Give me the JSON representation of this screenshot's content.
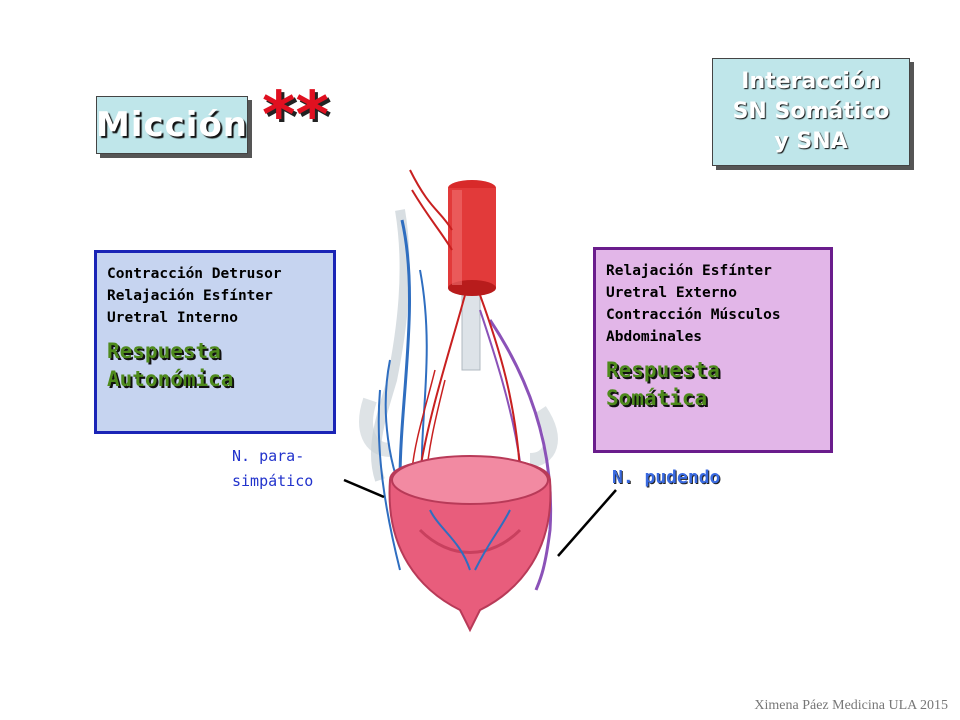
{
  "title": "Micción",
  "title_mark": "**",
  "interaction_box": {
    "lines": [
      "Interacción",
      "SN Somático",
      "y SNA"
    ]
  },
  "autonomic_box": {
    "lines": [
      "Contracción Detrusor",
      "Relajación Esfínter",
      "Uretral Interno"
    ],
    "response_lines": [
      "Respuesta",
      "Autonómica"
    ]
  },
  "somatic_box": {
    "lines": [
      "Relajación Esfínter",
      "Uretral Externo",
      "Contracción Músculos",
      "Abdominales"
    ],
    "response_lines": [
      "Respuesta",
      "Somática"
    ]
  },
  "labels": {
    "parasympathetic_1": "N. para-",
    "parasympathetic_2": "simpático",
    "pudendal": "N. pudendo"
  },
  "credit": "Ximena Páez Medicina ULA 2015",
  "colors": {
    "box_cyan": "#bfe6ea",
    "autonomic_fill": "#c6d4f0",
    "autonomic_border": "#1a24b6",
    "somatic_fill": "#e2b6e8",
    "somatic_border": "#6a1c8c",
    "response_green": "#4e8a1c",
    "stars_red": "#e01020"
  }
}
